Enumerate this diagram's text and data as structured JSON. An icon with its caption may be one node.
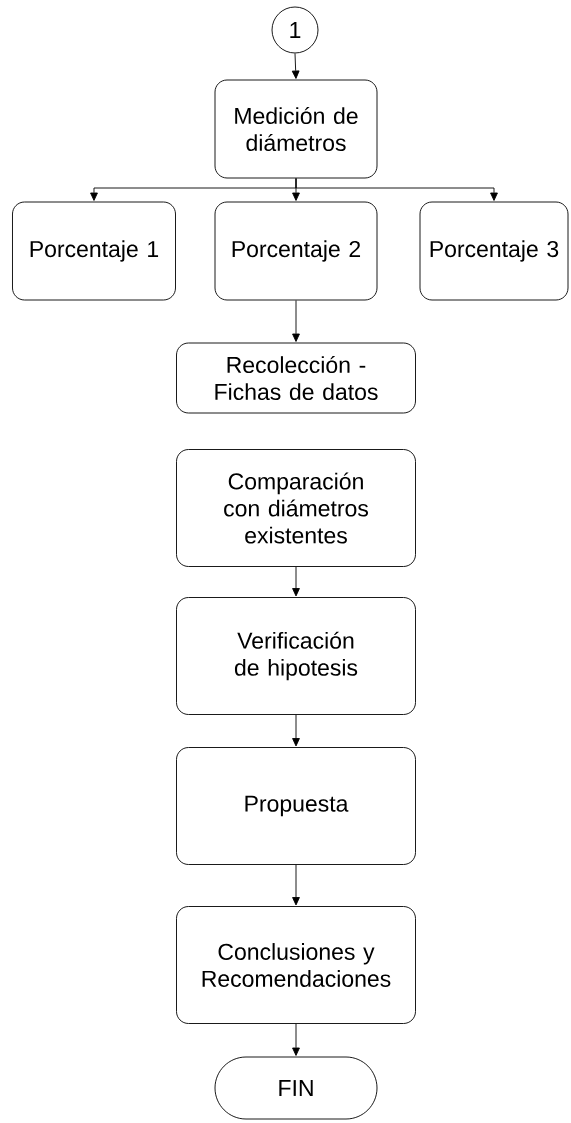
{
  "diagram": {
    "nodes": [
      {
        "text": [
          "1"
        ]
      },
      {
        "text": [
          "Medición de diámetros"
        ]
      },
      {
        "text": [
          "Porcentaje 1"
        ]
      },
      {
        "text": [
          "Porcentaje 2"
        ]
      },
      {
        "text": [
          "Porcentaje 3"
        ]
      },
      {
        "text": [
          "Recolección - Fichas de datos"
        ]
      },
      {
        "text": [
          "Comparación con diámetros existentes"
        ]
      },
      {
        "text": [
          "Verificación de hipotesis"
        ]
      },
      {
        "text": [
          "Propuesta"
        ]
      },
      {
        "text": [
          "Conclusiones y Recomendaciones"
        ]
      },
      {
        "text": [
          "FIN"
        ]
      }
    ],
    "edges": [
      {
        "from": 0,
        "to": 1,
        "arrow": "to"
      },
      {
        "from": 1,
        "to": 2,
        "arrow": "to"
      },
      {
        "from": 1,
        "to": 3,
        "arrow": "to"
      },
      {
        "from": 1,
        "to": 4,
        "arrow": "to"
      },
      {
        "from": 3,
        "to": 5,
        "arrow": "to"
      },
      {
        "from": 6,
        "to": 7,
        "arrow": "to"
      },
      {
        "from": 7,
        "to": 8,
        "arrow": "to"
      },
      {
        "from": 8,
        "to": 9,
        "arrow": "to"
      },
      {
        "from": 9,
        "to": 10,
        "arrow": "to"
      }
    ]
  }
}
